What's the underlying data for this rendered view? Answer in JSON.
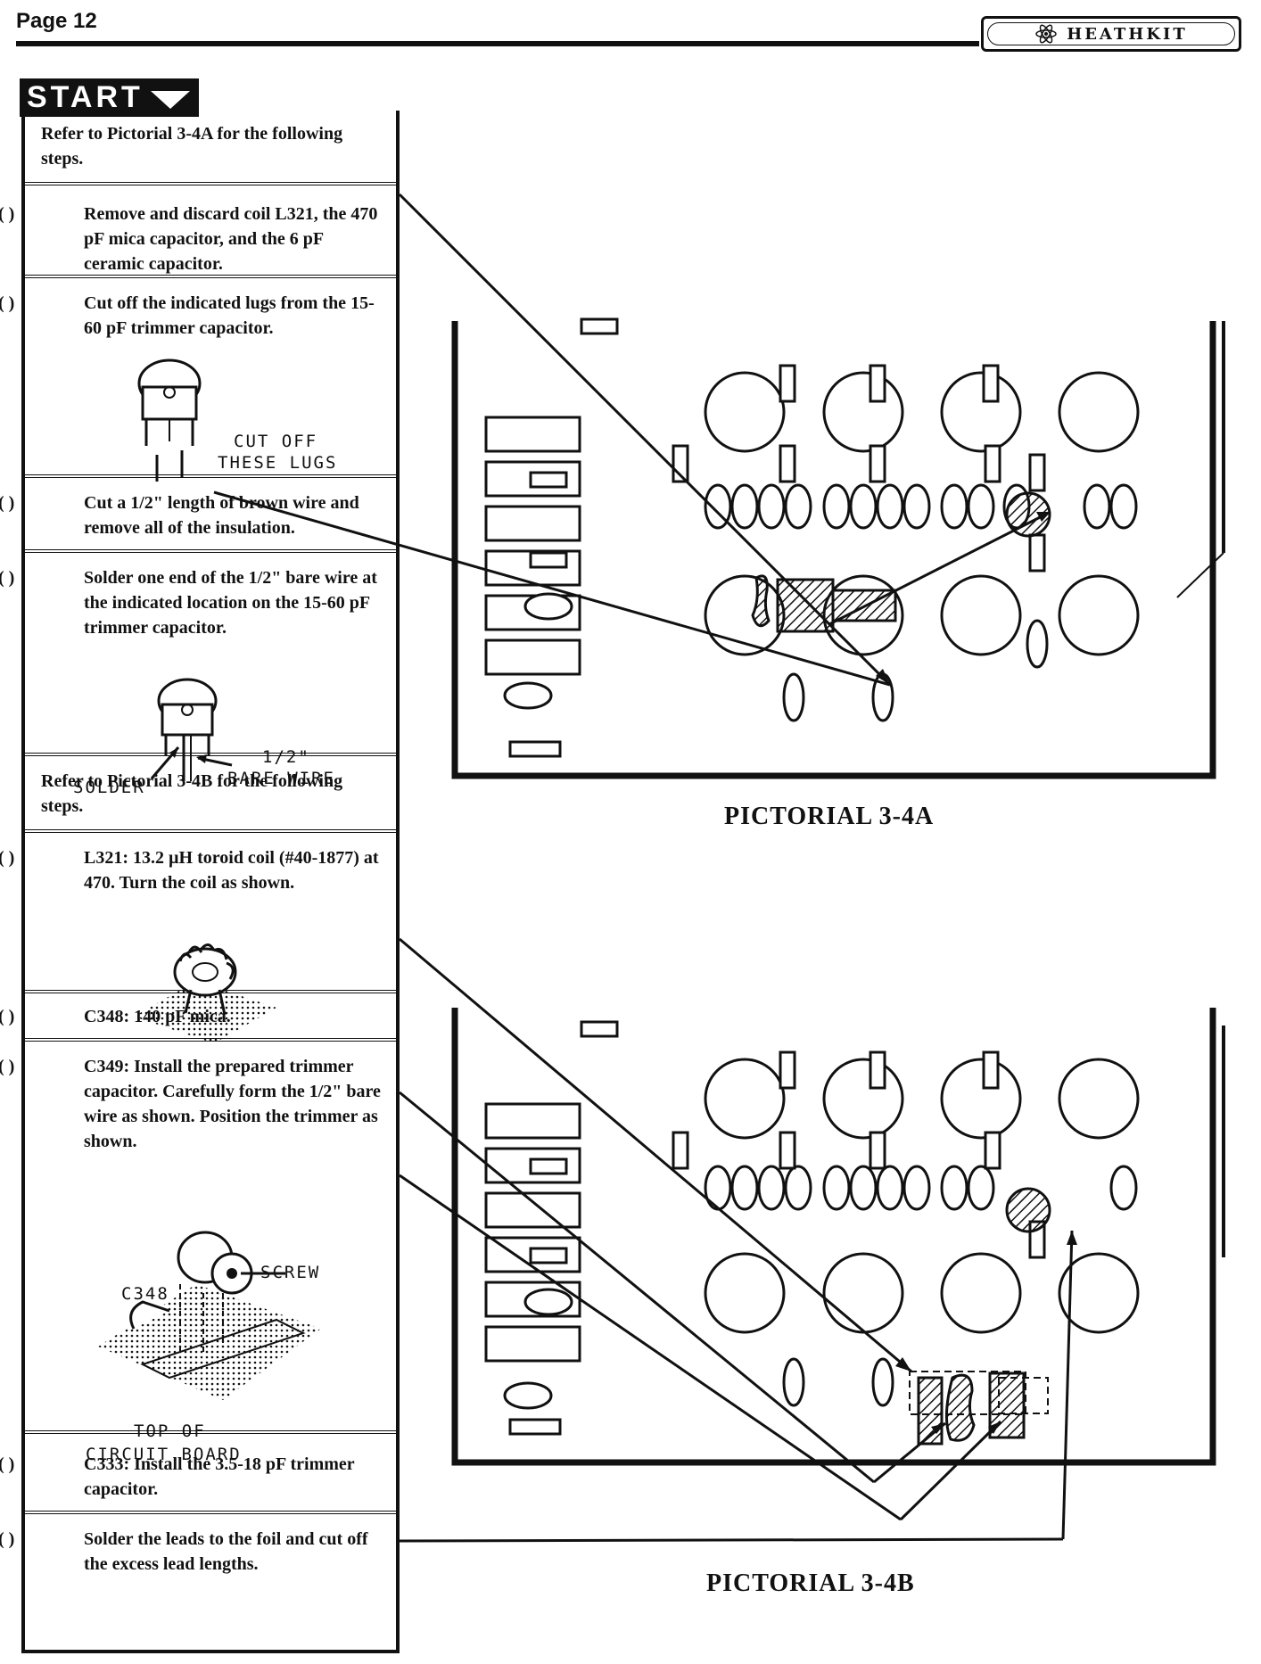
{
  "header": {
    "page_label": "Page 12",
    "brand": "HEATHKIT"
  },
  "start_label": "START",
  "steps": [
    {
      "check": "",
      "text": "Refer to Pictorial 3-4A for the following steps."
    },
    {
      "check": "( )",
      "text": "Remove and discard coil L321, the 470 pF mica capacitor, and the 6 pF ceramic capacitor."
    },
    {
      "check": "( )",
      "text": "Cut off the indicated lugs from the 15-60 pF trimmer capacitor."
    },
    {
      "check": "( )",
      "text": "Cut a 1/2\" length of brown wire and remove all of the insulation."
    },
    {
      "check": "( )",
      "text": "Solder one end of the 1/2\" bare wire at the indicated location on the 15-60 pF trimmer capacitor."
    },
    {
      "check": "",
      "text": "Refer to Pictorial 3-4B for the following steps."
    },
    {
      "check": "( )",
      "text": "L321: 13.2 µH toroid coil (#40-1877) at 470. Turn the coil as shown."
    },
    {
      "check": "( )",
      "text": "C348: 140 pF mica."
    },
    {
      "check": "( )",
      "text": "C349: Install the prepared trimmer capacitor. Carefully form the 1/2\" bare wire as shown. Position the trimmer as shown."
    },
    {
      "check": "( )",
      "text": "C333: Install the 3.5-18 pF trimmer capacitor."
    },
    {
      "check": "( )",
      "text": "Solder the leads to the foil and cut off the excess lead lengths."
    }
  ],
  "figures": {
    "cut_lugs": {
      "line1": "CUT OFF",
      "line2": "THESE LUGS"
    },
    "solder": {
      "solder": "SOLDER",
      "half": "1/2\"",
      "bare_wire": "BARE WIRE"
    },
    "trimmer": {
      "c348": "C348",
      "screw": "SCREW",
      "line1": "TOP OF",
      "line2": "CIRCUIT BOARD"
    }
  },
  "pictorials": {
    "a_caption": "PICTORIAL 3-4A",
    "b_caption": "PICTORIAL 3-4B"
  }
}
